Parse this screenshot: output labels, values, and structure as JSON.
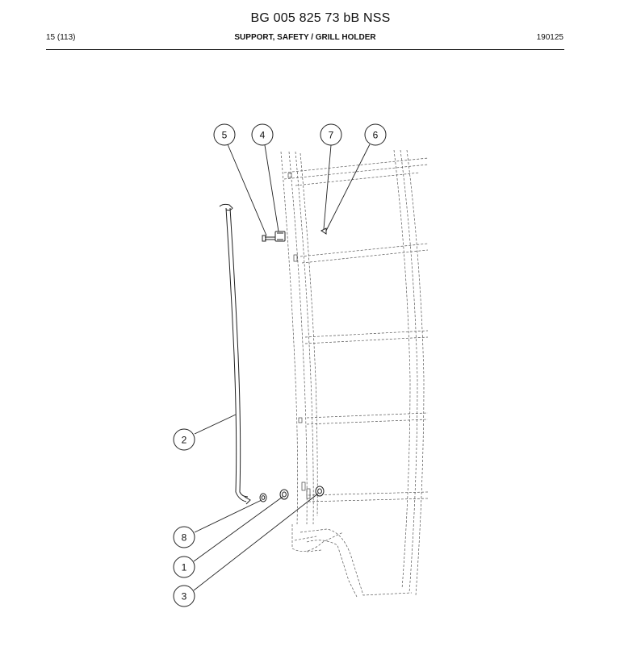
{
  "header": {
    "title": "BG 005 825 73 bB NSS",
    "page": "15 (113)",
    "section": "SUPPORT, SAFETY / GRILL HOLDER",
    "code": "190125"
  },
  "callouts": [
    "5",
    "4",
    "7",
    "6",
    "2",
    "8",
    "1",
    "3"
  ]
}
